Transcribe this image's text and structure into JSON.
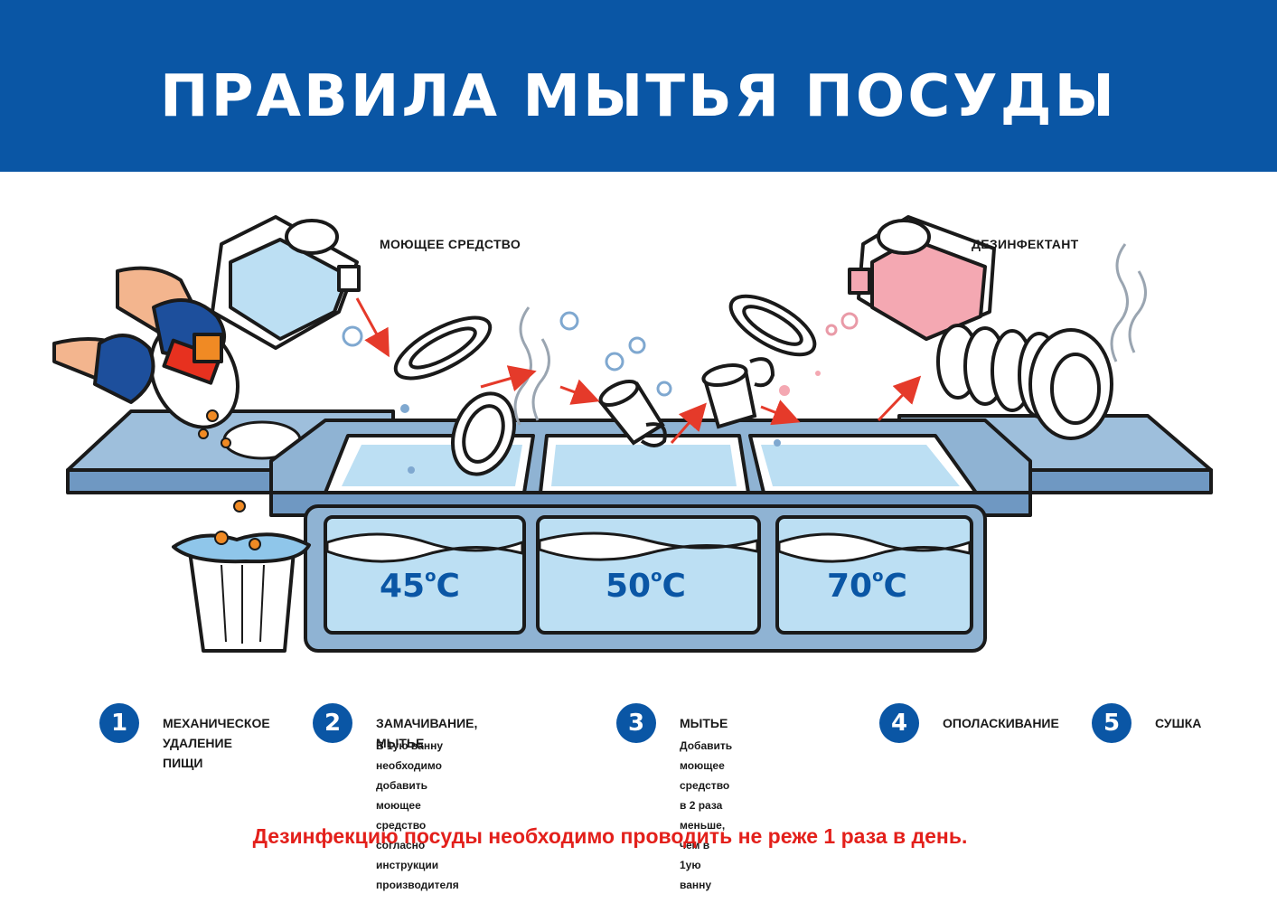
{
  "title": "ПРАВИЛА МЫТЬЯ ПОСУДЫ",
  "labels": {
    "detergent": "МОЮЩЕЕ СРЕДСТВО",
    "disinfectant": "ДЕЗИНФЕКТАНТ"
  },
  "sinks": [
    {
      "temp": "45",
      "unit": "C"
    },
    {
      "temp": "50",
      "unit": "C"
    },
    {
      "temp": "70",
      "unit": "C"
    }
  ],
  "steps": [
    {
      "num": "1",
      "title": "МЕХАНИЧЕСКОЕ\nУДАЛЕНИЕ ПИЩИ",
      "desc": ""
    },
    {
      "num": "2",
      "title": "ЗАМАЧИВАНИЕ, МЫТЬЕ",
      "desc": "В 1ую ванну необходимо добавить\nмоющее средство согласно\nинструкции производителя"
    },
    {
      "num": "3",
      "title": "МЫТЬЕ",
      "desc": "Добавить моющее средство\n в 2 раза меньше,\nчем в 1ую ванну"
    },
    {
      "num": "4",
      "title": "ОПОЛАСКИВАНИЕ",
      "desc": ""
    },
    {
      "num": "5",
      "title": "СУШКА",
      "desc": ""
    }
  ],
  "note": "Дезинфекцию посуды необходимо проводить не реже 1 раза в день.",
  "colors": {
    "brand_blue": "#0a56a5",
    "water": "#bcdff3",
    "steel": "#8fb3d3",
    "warning_red": "#e3201b",
    "arrow_red": "#e53a2a"
  }
}
